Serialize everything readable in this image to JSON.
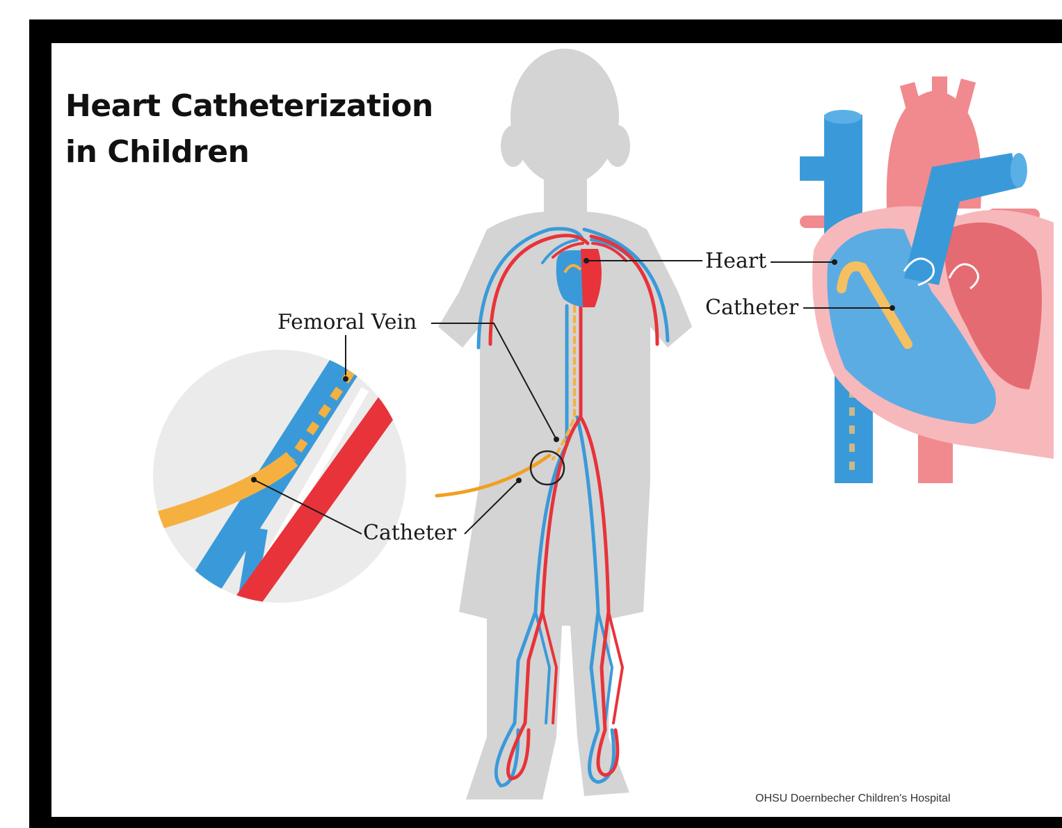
{
  "diagram": {
    "title_lines": [
      "Heart Catheterization",
      "in Children"
    ],
    "labels": {
      "femoral_vein": "Femoral Vein",
      "catheter_zoom": "Catheter",
      "heart": "Heart",
      "catheter_heart": "Catheter"
    },
    "credit": "OHSU Doernbecher Children's Hospital"
  },
  "colors": {
    "vein_blue": "#3a9ad9",
    "artery_red": "#e8333a",
    "catheter_orange": "#f5b040",
    "silhouette_gray": "#d4d4d4",
    "heart_pink": "#f08a8f",
    "zoom_circle": "#ebebeb"
  }
}
